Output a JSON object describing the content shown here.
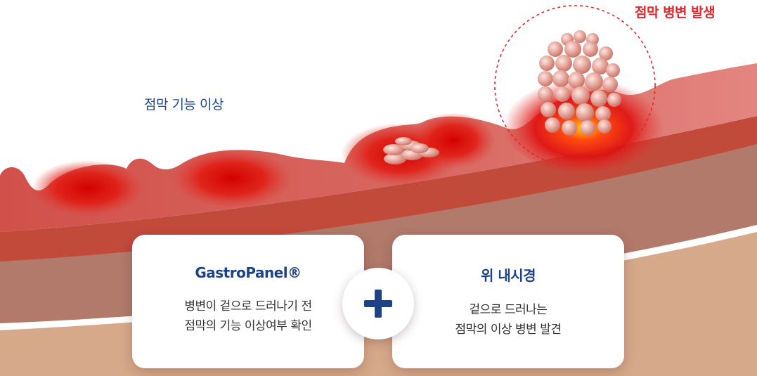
{
  "labels": {
    "early_stage": "점막 기능 이상",
    "late_stage": "점막 병변 발생"
  },
  "cards": [
    {
      "title": "GastroPanel®",
      "desc_line1": "병변이 겉으로 드러나기 전",
      "desc_line2": "점막의 기능 이상여부 확인"
    },
    {
      "title": "위 내시경",
      "desc_line1": "겉으로 드러나는",
      "desc_line2": "점막의 이상 병변 발견"
    }
  ],
  "colors": {
    "title_blue": "#1d4288",
    "early_label_blue": "#1e4b8f",
    "alert_red": "#e3262b",
    "mucosa_red": "#d8665f",
    "inflamed_red": "#d60000"
  }
}
